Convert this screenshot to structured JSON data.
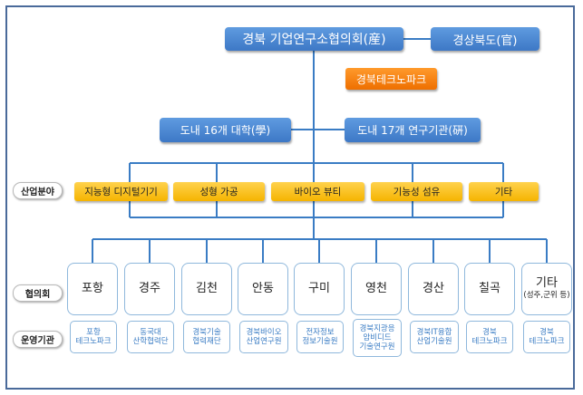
{
  "colors": {
    "blue": "#3d78c6",
    "orange": "#ee6f00",
    "yellow": "#f5b400",
    "line": "#3a7cc4"
  },
  "top": {
    "council": "경북 기업연구소협의회(産)",
    "province": "경상북도(官)"
  },
  "technopark": "경북테크노파크",
  "row2": {
    "universities": "도내 16개 대학(學)",
    "institutes": "도내 17개 연구기관(硏)"
  },
  "labels": {
    "industry": "산업분야",
    "council": "협의회",
    "agency": "운영기관"
  },
  "industries": [
    "지능형 디지털기기",
    "성형 가공",
    "바이오 뷰티",
    "기능성 섬유",
    "기타"
  ],
  "cities": [
    {
      "name": "포항",
      "sub": ""
    },
    {
      "name": "경주",
      "sub": ""
    },
    {
      "name": "김천",
      "sub": ""
    },
    {
      "name": "안동",
      "sub": ""
    },
    {
      "name": "구미",
      "sub": ""
    },
    {
      "name": "영천",
      "sub": ""
    },
    {
      "name": "경산",
      "sub": ""
    },
    {
      "name": "칠곡",
      "sub": ""
    },
    {
      "name": "기타",
      "sub": "(성주,군위 등)"
    }
  ],
  "agencies": [
    "포항\n테크노파크",
    "동국대\n산학협력단",
    "경북기술\n협력재단",
    "경북바이오\n산업연구원",
    "전자정보\n정보기술원",
    "경북지광응\n암비디드\n기술연구원",
    "경북IT융합\n산업기술원",
    "경북\n테크노파크",
    "경북\n테크노파크"
  ]
}
